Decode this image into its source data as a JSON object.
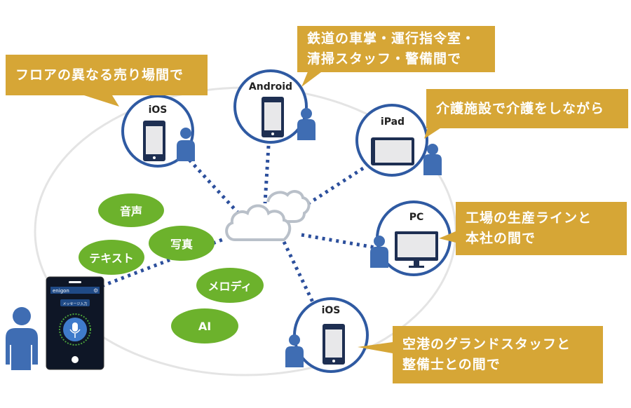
{
  "colors": {
    "callout": "#d6a636",
    "ring": "#2f5aa2",
    "person": "#3f6db3",
    "pill": "#6cb22c",
    "dotted_line": "#2c4f9c",
    "cloud": "#b9c0c9",
    "device_frame": "#1e2f52",
    "ellipse": "#e6e6e6"
  },
  "callouts": [
    {
      "id": "floor",
      "text": "フロアの異なる売り場間で"
    },
    {
      "id": "railway",
      "text": "鉄道の車掌・運行指令室・\n清掃スタッフ・警備間で"
    },
    {
      "id": "care",
      "text": "介護施設で介護をしながら"
    },
    {
      "id": "factory",
      "text": "工場の生産ラインと\n本社の間で"
    },
    {
      "id": "airport",
      "text": "空港のグランドスタッフと\n整備士との間で"
    }
  ],
  "nodes": [
    {
      "id": "ios-top",
      "label": "iOS",
      "device": "smartphone"
    },
    {
      "id": "android",
      "label": "Android",
      "device": "smartphone"
    },
    {
      "id": "ipad",
      "label": "iPad",
      "device": "tablet"
    },
    {
      "id": "pc",
      "label": "PC",
      "device": "monitor"
    },
    {
      "id": "ios-bottom",
      "label": "iOS",
      "device": "smartphone"
    }
  ],
  "features": [
    "音声",
    "写真",
    "テキスト",
    "メロディ",
    "AI"
  ],
  "main_phone": {
    "app_name": "enigon",
    "button_label": "メッセージ入力",
    "icons": [
      "gear-icon",
      "microphone-icon"
    ]
  },
  "center": {
    "icon": "cloud-icon"
  }
}
